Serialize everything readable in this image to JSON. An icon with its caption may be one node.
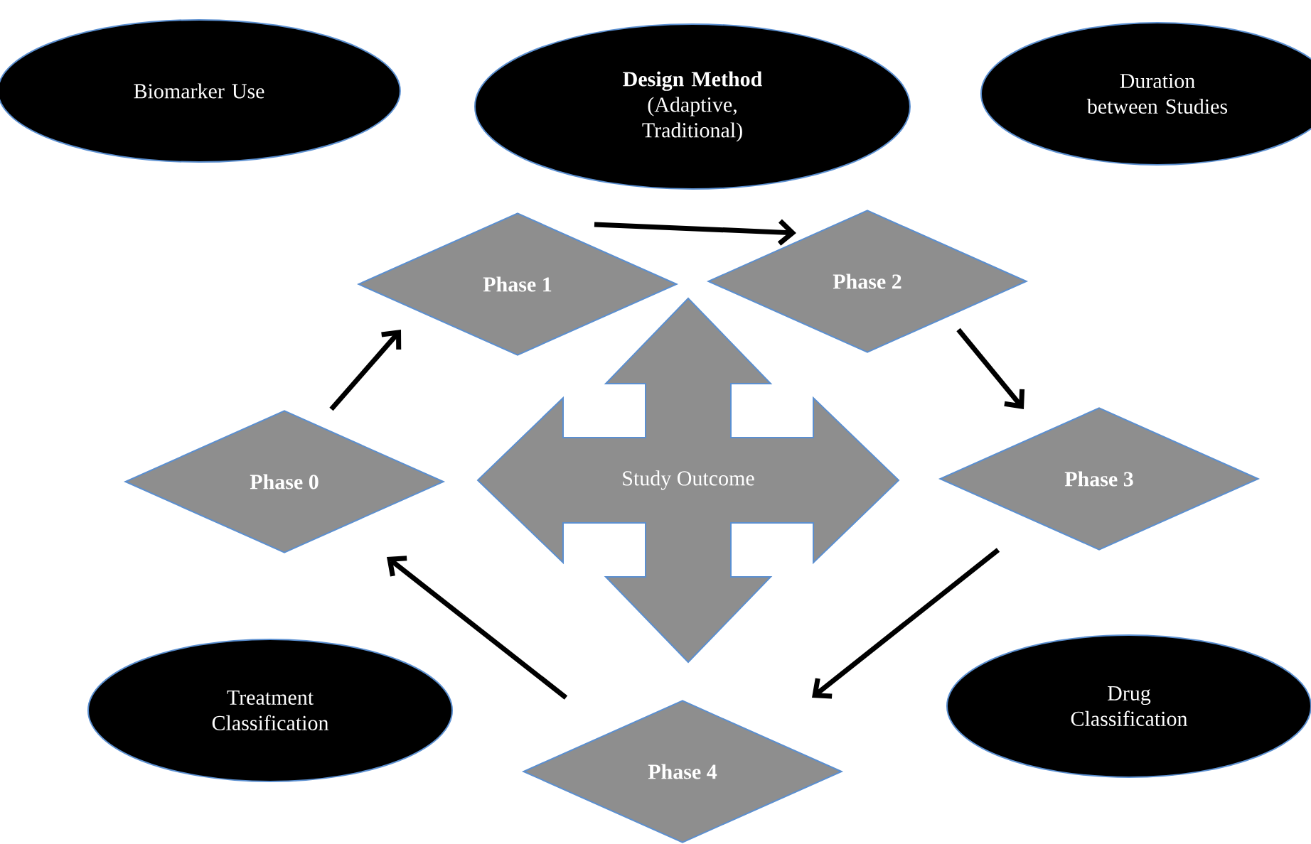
{
  "diagram": {
    "nodes": [
      {
        "text": [
          "Biomarker Use"
        ]
      },
      {
        "text": [
          "Design Method",
          "(Adaptive, Traditional)"
        ]
      },
      {
        "text": [
          "Duration between Studies"
        ]
      },
      {
        "text": [
          "Phase 1"
        ]
      },
      {
        "text": [
          "Phase 2"
        ]
      },
      {
        "text": [
          "Phase 0"
        ]
      },
      {
        "text": [
          "Study Outcome"
        ]
      },
      {
        "text": [
          "Phase 3"
        ]
      },
      {
        "text": [
          "Treatment Classification"
        ]
      },
      {
        "text": [
          "Phase 4"
        ]
      },
      {
        "text": [
          "Drug Classification"
        ]
      }
    ],
    "edges": [
      {
        "from": 5,
        "to": 3,
        "arrow": "to"
      },
      {
        "from": 3,
        "to": 4,
        "arrow": "to"
      },
      {
        "from": 4,
        "to": 7,
        "arrow": "to"
      },
      {
        "from": 7,
        "to": 9,
        "arrow": "to"
      },
      {
        "from": 9,
        "to": 5,
        "arrow": "to"
      }
    ]
  }
}
